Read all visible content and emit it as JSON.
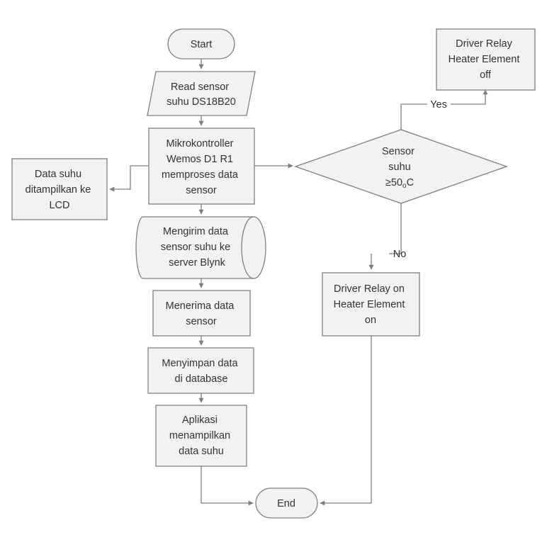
{
  "nodes": {
    "start": {
      "label": "Start"
    },
    "read_sensor": {
      "lines": [
        "Read sensor",
        "suhu DS18B20"
      ]
    },
    "mikrokontroller": {
      "lines": [
        "Mikrokontroller",
        "Wemos D1 R1",
        "memproses data",
        "sensor"
      ]
    },
    "lcd": {
      "lines": [
        "Data suhu",
        "ditampilkan ke",
        "LCD"
      ]
    },
    "kirim": {
      "lines": [
        "Mengirim data",
        "sensor suhu ke",
        "server Blynk"
      ]
    },
    "terima": {
      "lines": [
        "Menerima data",
        "sensor"
      ]
    },
    "simpan": {
      "lines": [
        "Menyimpan data",
        "di database"
      ]
    },
    "aplikasi": {
      "lines": [
        "Aplikasi",
        "menampilkan",
        "data suhu"
      ]
    },
    "end": {
      "label": "End"
    },
    "decision": {
      "line1": "Sensor",
      "line2": "suhu",
      "line3_cmp": "≥",
      "line3_val": "50",
      "line3_deg": "o",
      "line3_unit": "C"
    },
    "relay_off": {
      "lines": [
        "Driver Relay",
        "Heater Element",
        "off"
      ]
    },
    "relay_on": {
      "lines": [
        "Driver Relay on",
        "Heater Element",
        "on"
      ]
    }
  },
  "edge_labels": {
    "yes": "Yes",
    "no": "No"
  },
  "colors": {
    "fill": "#f2f2f2",
    "stroke": "#7f7f7f",
    "text": "#333333"
  }
}
